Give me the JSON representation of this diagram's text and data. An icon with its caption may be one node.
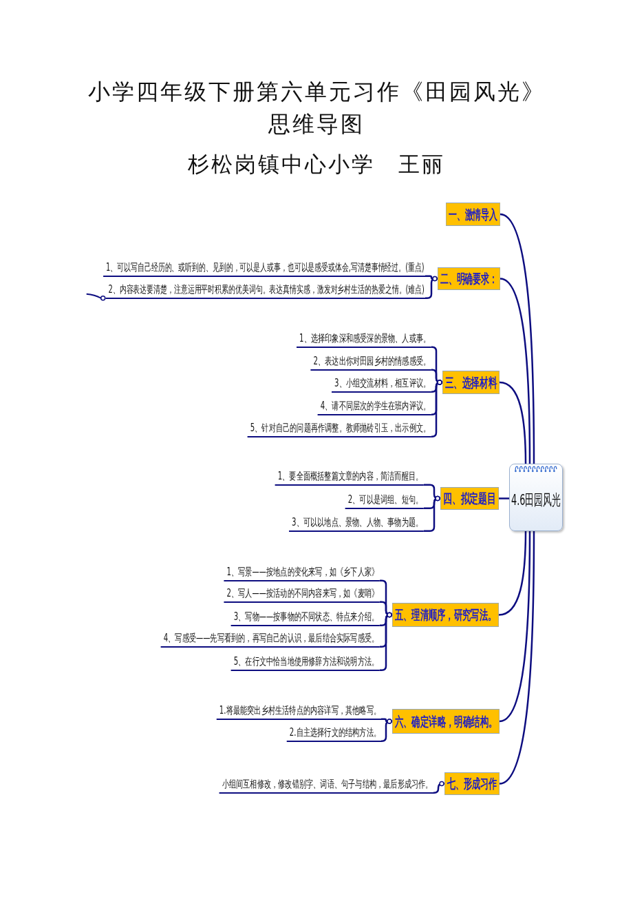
{
  "diagram": {
    "title": "小学四年级下册第六单元习作《田园风光》思维导图",
    "nodes": [
      {
        "text": [
          "4.6田园风光"
        ]
      },
      {
        "text": [
          "一、激情导入"
        ]
      },
      {
        "text": [
          "二、明确要求："
        ]
      },
      {
        "text": [
          "1、可以写自己经历的、或听到的、见到的，可以是人或事，也可以是感受或体会,写清楚事情经过。(重点)"
        ]
      },
      {
        "text": [
          "2、内容表达要清楚，注意运用平时积累的优美词句。表达真情实感，激发对乡村生活的热爱之情。(难点)"
        ]
      },
      {
        "text": [
          "三、选择材料"
        ]
      },
      {
        "text": [
          "1、选择印象深和感受深的景物、人或事。"
        ]
      },
      {
        "text": [
          "2、表达出你对田园乡村的情感感受。"
        ]
      },
      {
        "text": [
          "3、小组交流材料，相互评议。"
        ]
      },
      {
        "text": [
          "4、请不同层次的学生在班内评议。"
        ]
      },
      {
        "text": [
          "5、针对自己的问题再作调整。教师抛砖引玉，出示例文。"
        ]
      },
      {
        "text": [
          "四、拟定题目"
        ]
      },
      {
        "text": [
          "1、要全面概括整篇文章的内容，简洁而醒目。"
        ]
      },
      {
        "text": [
          "2、可以是词组、短句。"
        ]
      },
      {
        "text": [
          "3、可以以地点、景物、人物、事物为题。"
        ]
      },
      {
        "text": [
          "五、理清顺序，研究写法。"
        ]
      },
      {
        "text": [
          "1、写景——按地点的变化来写，如《乡下人家》"
        ]
      },
      {
        "text": [
          "2、写人——按活动的不同内容来写，如《麦哨》"
        ]
      },
      {
        "text": [
          "3、写物——按事物的不同状态、特点来介绍。"
        ]
      },
      {
        "text": [
          "4、写感受——先写看到的，再写自己的认识，最后结合实际写感受。"
        ]
      },
      {
        "text": [
          "5、在行文中恰当地使用修辞方法和说明方法。"
        ]
      },
      {
        "text": [
          "六、确定详略，明确结构。"
        ]
      },
      {
        "text": [
          "1.将最能突出乡村生活特点的内容详写，其他略写。"
        ]
      },
      {
        "text": [
          "2.自主选择行文的结构方法。"
        ]
      },
      {
        "text": [
          "七、形成习作"
        ]
      },
      {
        "text": [
          "小组间互相修改，修改错别字、词语、句子与结构，最后形成习作。"
        ]
      }
    ],
    "edges": [
      {
        "from": 0,
        "to": 1,
        "arrow": "none"
      },
      {
        "from": 0,
        "to": 2,
        "arrow": "none"
      },
      {
        "from": 2,
        "to": 3,
        "arrow": "other"
      },
      {
        "from": 2,
        "to": 4,
        "arrow": "other"
      },
      {
        "from": 0,
        "to": 5,
        "arrow": "none"
      },
      {
        "from": 5,
        "to": 6,
        "arrow": "other"
      },
      {
        "from": 5,
        "to": 7,
        "arrow": "other"
      },
      {
        "from": 5,
        "to": 8,
        "arrow": "other"
      },
      {
        "from": 5,
        "to": 9,
        "arrow": "other"
      },
      {
        "from": 5,
        "to": 10,
        "arrow": "other"
      },
      {
        "from": 0,
        "to": 11,
        "arrow": "none"
      },
      {
        "from": 11,
        "to": 12,
        "arrow": "other"
      },
      {
        "from": 11,
        "to": 13,
        "arrow": "other"
      },
      {
        "from": 11,
        "to": 14,
        "arrow": "other"
      },
      {
        "from": 0,
        "to": 15,
        "arrow": "none"
      },
      {
        "from": 15,
        "to": 16,
        "arrow": "other"
      },
      {
        "from": 15,
        "to": 17,
        "arrow": "other"
      },
      {
        "from": 15,
        "to": 18,
        "arrow": "other"
      },
      {
        "from": 15,
        "to": 19,
        "arrow": "other"
      },
      {
        "from": 15,
        "to": 20,
        "arrow": "other"
      },
      {
        "from": 0,
        "to": 21,
        "arrow": "none"
      },
      {
        "from": 21,
        "to": 22,
        "arrow": "other"
      },
      {
        "from": 21,
        "to": 23,
        "arrow": "other"
      },
      {
        "from": 0,
        "to": 24,
        "arrow": "none"
      },
      {
        "from": 24,
        "to": 25,
        "arrow": "other"
      }
    ],
    "labels": [
      "杉松岗镇中心小学　王丽"
    ]
  }
}
